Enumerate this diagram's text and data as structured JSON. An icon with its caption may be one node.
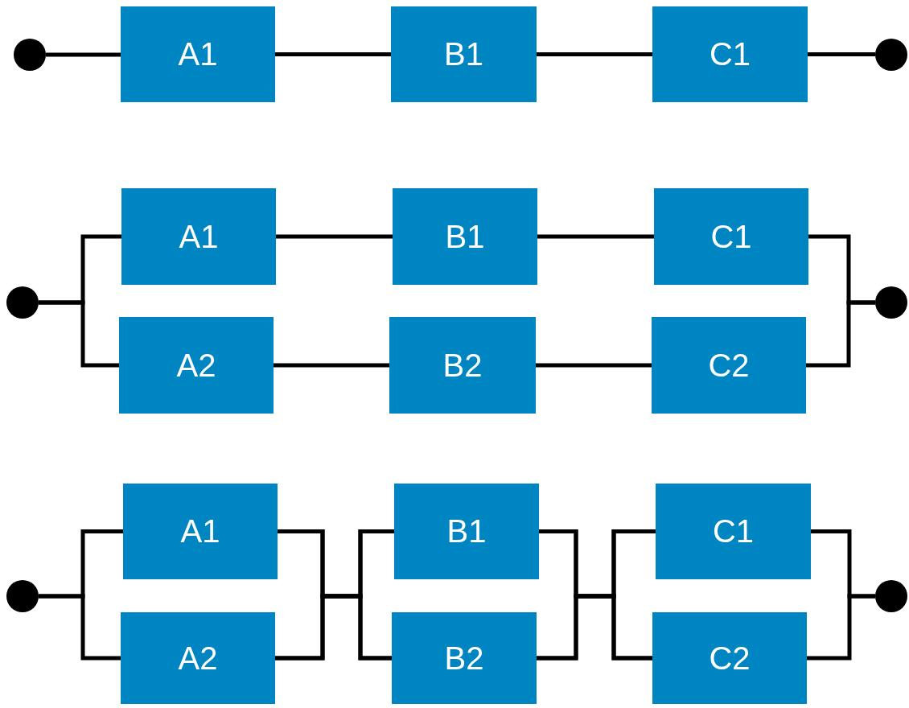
{
  "diagram": {
    "nodes": [
      {
        "text": [],
        "shape": "circle"
      },
      {
        "text": [
          "A1"
        ]
      },
      {
        "text": [
          "B1"
        ]
      },
      {
        "text": [
          "C1"
        ]
      },
      {
        "text": [],
        "shape": "circle"
      },
      {
        "text": [],
        "shape": "circle"
      },
      {
        "text": [
          "A1"
        ]
      },
      {
        "text": [
          "B1"
        ]
      },
      {
        "text": [
          "C1"
        ]
      },
      {
        "text": [],
        "shape": "circle"
      },
      {
        "text": [
          "A2"
        ]
      },
      {
        "text": [
          "B2"
        ]
      },
      {
        "text": [
          "C2"
        ]
      },
      {
        "text": [],
        "shape": "circle"
      },
      {
        "text": [
          "A1"
        ]
      },
      {
        "text": [
          "B1"
        ]
      },
      {
        "text": [
          "C1"
        ]
      },
      {
        "text": [],
        "shape": "circle"
      },
      {
        "text": [
          "A2"
        ]
      },
      {
        "text": [
          "B2"
        ]
      },
      {
        "text": [
          "C2"
        ]
      }
    ],
    "edges": [
      {
        "from": 0,
        "to": 1,
        "arrow": "none"
      },
      {
        "from": 1,
        "to": 2,
        "arrow": "none"
      },
      {
        "from": 2,
        "to": 3,
        "arrow": "none"
      },
      {
        "from": 3,
        "to": 4,
        "arrow": "none"
      },
      {
        "from": 5,
        "to": 6,
        "arrow": "none"
      },
      {
        "from": 5,
        "to": 10,
        "arrow": "none"
      },
      {
        "from": 6,
        "to": 7,
        "arrow": "none"
      },
      {
        "from": 7,
        "to": 8,
        "arrow": "none"
      },
      {
        "from": 8,
        "to": 9,
        "arrow": "none"
      },
      {
        "from": 10,
        "to": 11,
        "arrow": "none"
      },
      {
        "from": 11,
        "to": 12,
        "arrow": "none"
      },
      {
        "from": 12,
        "to": 9,
        "arrow": "none"
      },
      {
        "from": 13,
        "to": 14,
        "arrow": "none"
      },
      {
        "from": 13,
        "to": 18,
        "arrow": "none"
      },
      {
        "from": 14,
        "to": 15,
        "arrow": "none"
      },
      {
        "from": 14,
        "to": 19,
        "arrow": "none"
      },
      {
        "from": 18,
        "to": 15,
        "arrow": "none"
      },
      {
        "from": 18,
        "to": 19,
        "arrow": "none"
      },
      {
        "from": 15,
        "to": 16,
        "arrow": "none"
      },
      {
        "from": 15,
        "to": 20,
        "arrow": "none"
      },
      {
        "from": 19,
        "to": 16,
        "arrow": "none"
      },
      {
        "from": 19,
        "to": 20,
        "arrow": "none"
      },
      {
        "from": 16,
        "to": 17,
        "arrow": "none"
      },
      {
        "from": 20,
        "to": 17,
        "arrow": "none"
      }
    ]
  }
}
